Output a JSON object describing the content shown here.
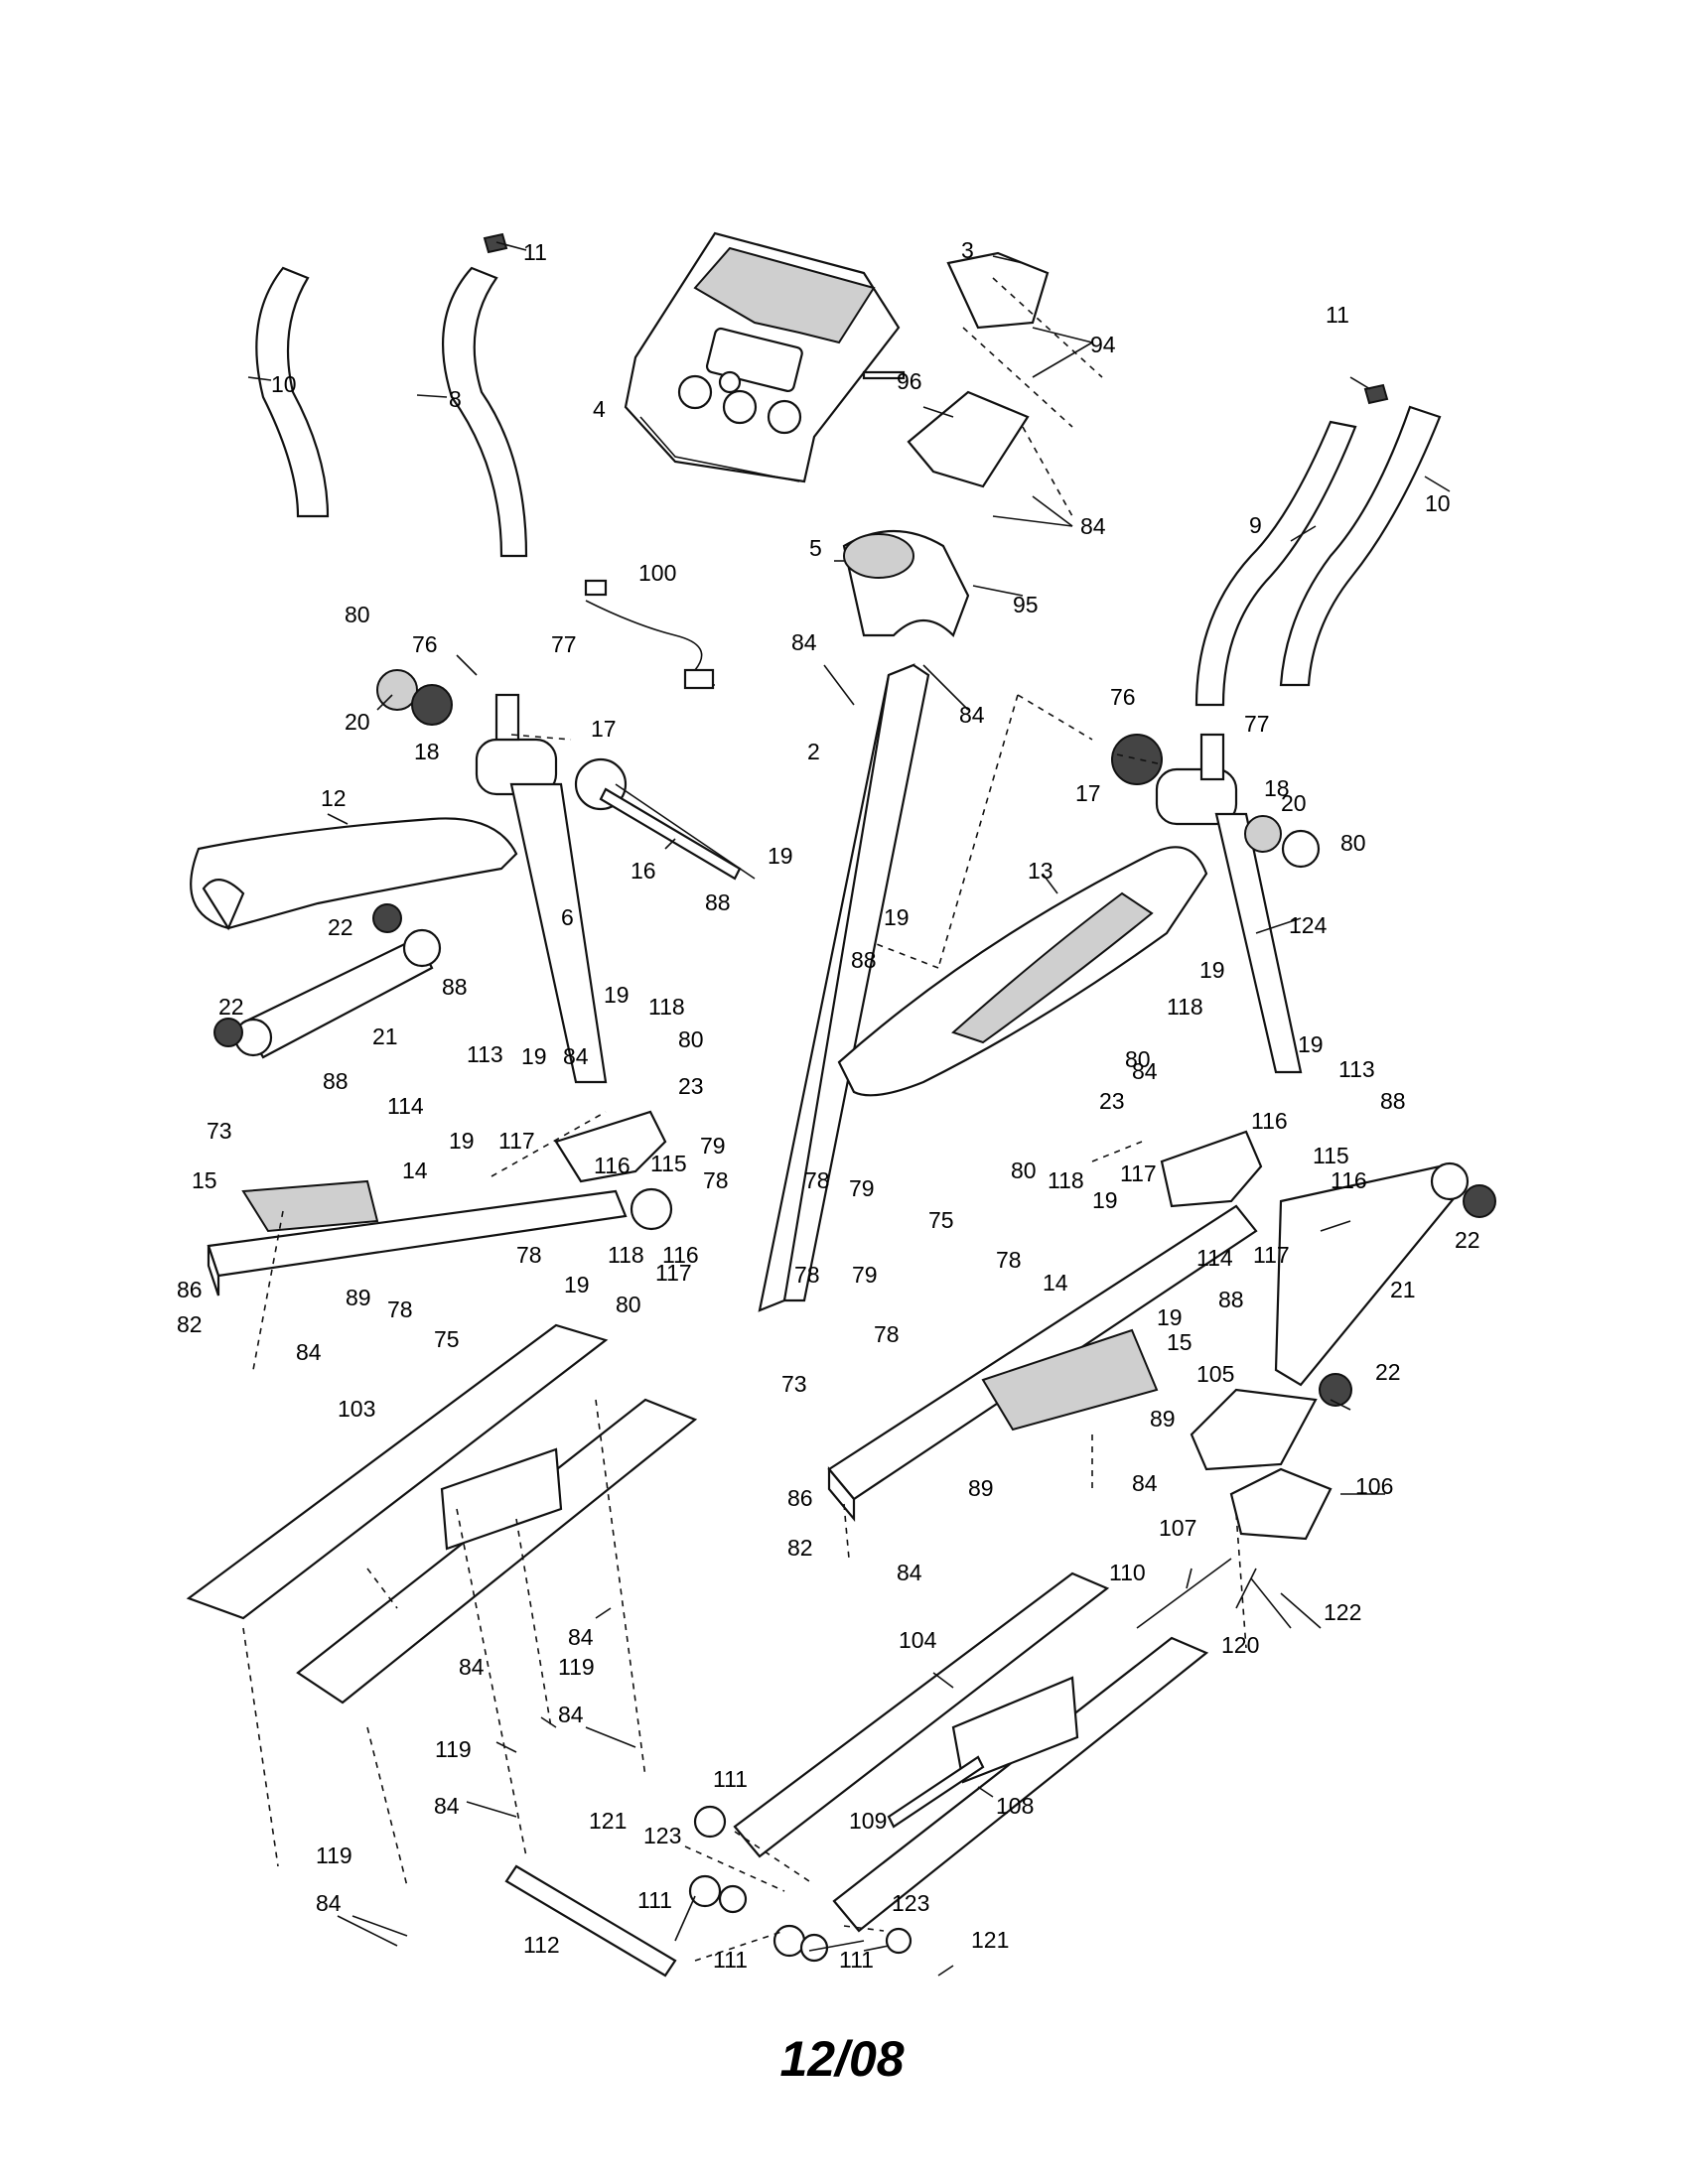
{
  "footer": {
    "date_code": "12/08"
  },
  "callouts": [
    {
      "id": "c-11a",
      "text": "11"
    },
    {
      "id": "c-3",
      "text": "3"
    },
    {
      "id": "c-10a",
      "text": "10"
    },
    {
      "id": "c-8",
      "text": "8"
    },
    {
      "id": "c-4",
      "text": "4"
    },
    {
      "id": "c-94",
      "text": "94"
    },
    {
      "id": "c-11b",
      "text": "11"
    },
    {
      "id": "c-96",
      "text": "96"
    },
    {
      "id": "c-84a",
      "text": "84"
    },
    {
      "id": "c-10b",
      "text": "10"
    },
    {
      "id": "c-9",
      "text": "9"
    },
    {
      "id": "c-100",
      "text": "100"
    },
    {
      "id": "c-5",
      "text": "5"
    },
    {
      "id": "c-95",
      "text": "95"
    },
    {
      "id": "c-80a",
      "text": "80"
    },
    {
      "id": "c-76a",
      "text": "76"
    },
    {
      "id": "c-77a",
      "text": "77"
    },
    {
      "id": "c-84b",
      "text": "84"
    },
    {
      "id": "c-84c",
      "text": "84"
    },
    {
      "id": "c-20a",
      "text": "20"
    },
    {
      "id": "c-18a",
      "text": "18"
    },
    {
      "id": "c-17a",
      "text": "17"
    },
    {
      "id": "c-2",
      "text": "2"
    },
    {
      "id": "c-76b",
      "text": "76"
    },
    {
      "id": "c-77b",
      "text": "77"
    },
    {
      "id": "c-17b",
      "text": "17"
    },
    {
      "id": "c-18b",
      "text": "18"
    },
    {
      "id": "c-20b",
      "text": "20"
    },
    {
      "id": "c-80b",
      "text": "80"
    },
    {
      "id": "c-12",
      "text": "12"
    },
    {
      "id": "c-16",
      "text": "16"
    },
    {
      "id": "c-19a",
      "text": "19"
    },
    {
      "id": "c-88a",
      "text": "88"
    },
    {
      "id": "c-13",
      "text": "13"
    },
    {
      "id": "c-22a",
      "text": "22"
    },
    {
      "id": "c-6",
      "text": "6"
    },
    {
      "id": "c-19b",
      "text": "19"
    },
    {
      "id": "c-88b",
      "text": "88"
    },
    {
      "id": "c-124",
      "text": "124"
    },
    {
      "id": "c-88c",
      "text": "88"
    },
    {
      "id": "c-113a",
      "text": "113"
    },
    {
      "id": "c-19c",
      "text": "19"
    },
    {
      "id": "c-19d",
      "text": "19"
    },
    {
      "id": "c-118a",
      "text": "118"
    },
    {
      "id": "c-80c",
      "text": "80"
    },
    {
      "id": "c-21a",
      "text": "21"
    },
    {
      "id": "c-22b",
      "text": "22"
    },
    {
      "id": "c-118b",
      "text": "118"
    },
    {
      "id": "c-80d",
      "text": "80"
    },
    {
      "id": "c-19e",
      "text": "19"
    },
    {
      "id": "c-19f",
      "text": "19"
    },
    {
      "id": "c-113b",
      "text": "113"
    },
    {
      "id": "c-84d",
      "text": "84"
    },
    {
      "id": "c-23a",
      "text": "23"
    },
    {
      "id": "c-88d",
      "text": "88"
    },
    {
      "id": "c-114a",
      "text": "114"
    },
    {
      "id": "c-84e",
      "text": "84"
    },
    {
      "id": "c-23b",
      "text": "23"
    },
    {
      "id": "c-88e",
      "text": "88"
    },
    {
      "id": "c-73a",
      "text": "73"
    },
    {
      "id": "c-19g",
      "text": "19"
    },
    {
      "id": "c-117a",
      "text": "117"
    },
    {
      "id": "c-116a",
      "text": "116"
    },
    {
      "id": "c-115a",
      "text": "115"
    },
    {
      "id": "c-79a",
      "text": "79"
    },
    {
      "id": "c-78a",
      "text": "78"
    },
    {
      "id": "c-78b",
      "text": "78"
    },
    {
      "id": "c-79b",
      "text": "79"
    },
    {
      "id": "c-116b",
      "text": "116"
    },
    {
      "id": "c-115b",
      "text": "115"
    },
    {
      "id": "c-15a",
      "text": "15"
    },
    {
      "id": "c-14a",
      "text": "14"
    },
    {
      "id": "c-117b",
      "text": "117"
    },
    {
      "id": "c-116c",
      "text": "116"
    },
    {
      "id": "c-80e",
      "text": "80"
    },
    {
      "id": "c-118c",
      "text": "118"
    },
    {
      "id": "c-19h",
      "text": "19"
    },
    {
      "id": "c-78c",
      "text": "78"
    },
    {
      "id": "c-116d",
      "text": "116"
    },
    {
      "id": "c-118d",
      "text": "118"
    },
    {
      "id": "c-117c",
      "text": "117"
    },
    {
      "id": "c-78d",
      "text": "78"
    },
    {
      "id": "c-79c",
      "text": "79"
    },
    {
      "id": "c-75a",
      "text": "75"
    },
    {
      "id": "c-19i",
      "text": "19"
    },
    {
      "id": "c-80f",
      "text": "80"
    },
    {
      "id": "c-22c",
      "text": "22"
    },
    {
      "id": "c-86a",
      "text": "86"
    },
    {
      "id": "c-89a",
      "text": "89"
    },
    {
      "id": "c-78e",
      "text": "78"
    },
    {
      "id": "c-78f",
      "text": "78"
    },
    {
      "id": "c-117d",
      "text": "117"
    },
    {
      "id": "c-14b",
      "text": "14"
    },
    {
      "id": "c-114b",
      "text": "114"
    },
    {
      "id": "c-82a",
      "text": "82"
    },
    {
      "id": "c-75b",
      "text": "75"
    },
    {
      "id": "c-84f",
      "text": "84"
    },
    {
      "id": "c-19j",
      "text": "19"
    },
    {
      "id": "c-88f",
      "text": "88"
    },
    {
      "id": "c-21b",
      "text": "21"
    },
    {
      "id": "c-78g",
      "text": "78"
    },
    {
      "id": "c-15b",
      "text": "15"
    },
    {
      "id": "c-22d",
      "text": "22"
    },
    {
      "id": "c-103",
      "text": "103"
    },
    {
      "id": "c-73b",
      "text": "73"
    },
    {
      "id": "c-105",
      "text": "105"
    },
    {
      "id": "c-89b",
      "text": "89"
    },
    {
      "id": "c-89c",
      "text": "89"
    },
    {
      "id": "c-84g",
      "text": "84"
    },
    {
      "id": "c-86b",
      "text": "86"
    },
    {
      "id": "c-106",
      "text": "106"
    },
    {
      "id": "c-82b",
      "text": "82"
    },
    {
      "id": "c-84h",
      "text": "84"
    },
    {
      "id": "c-107",
      "text": "107"
    },
    {
      "id": "c-84i",
      "text": "84"
    },
    {
      "id": "c-110",
      "text": "110"
    },
    {
      "id": "c-122",
      "text": "122"
    },
    {
      "id": "c-84j",
      "text": "84"
    },
    {
      "id": "c-119a",
      "text": "119"
    },
    {
      "id": "c-104",
      "text": "104"
    },
    {
      "id": "c-120",
      "text": "120"
    },
    {
      "id": "c-84k",
      "text": "84"
    },
    {
      "id": "c-119b",
      "text": "119"
    },
    {
      "id": "c-111a",
      "text": "111"
    },
    {
      "id": "c-84l",
      "text": "84"
    },
    {
      "id": "c-121a",
      "text": "121"
    },
    {
      "id": "c-123a",
      "text": "123"
    },
    {
      "id": "c-108",
      "text": "108"
    },
    {
      "id": "c-109",
      "text": "109"
    },
    {
      "id": "c-119c",
      "text": "119"
    },
    {
      "id": "c-111b",
      "text": "111"
    },
    {
      "id": "c-84m",
      "text": "84"
    },
    {
      "id": "c-123b",
      "text": "123"
    },
    {
      "id": "c-112",
      "text": "112"
    },
    {
      "id": "c-111c",
      "text": "111"
    },
    {
      "id": "c-111d",
      "text": "111"
    },
    {
      "id": "c-121b",
      "text": "121"
    }
  ]
}
